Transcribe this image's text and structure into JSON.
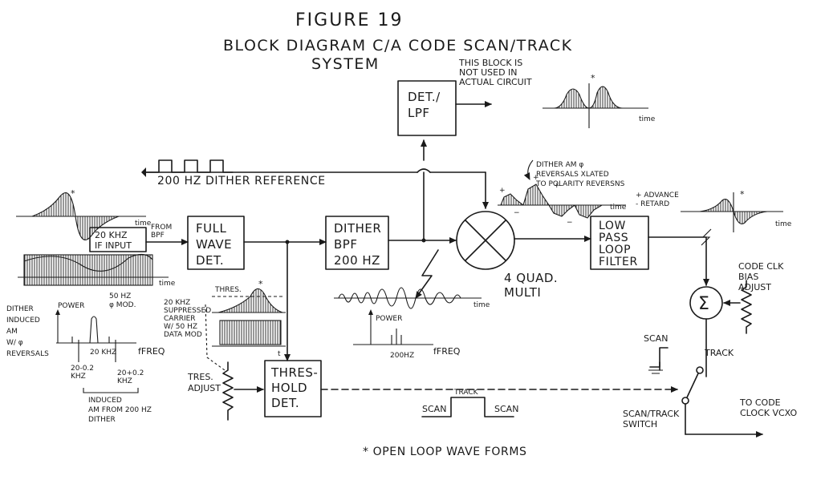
{
  "figure": {
    "title": "FIGURE 19",
    "subtitle_line1": "BLOCK DIAGRAM C/A CODE SCAN/TRACK",
    "subtitle_line2": "SYSTEM"
  },
  "blocks": {
    "if_input": "20 KHZ|IF INPUT",
    "full_wave_det": "FULL|WAVE|DET.",
    "dither_bpf": "DITHER|BPF|200 HZ",
    "det_lpf": "DET./|LPF",
    "low_pass_loop_filter": "LOW|PASS|LOOP|FILTER",
    "threshold_det": "THRES-|HOLD|DET.",
    "multiplier_label": "4 QUAD.|MULTI",
    "summer_symbol": "Σ"
  },
  "labels": {
    "from_bpf": "FROM|BPF",
    "dither_reference": "200 HZ   DITHER REFERENCE",
    "not_used_note": "THIS BLOCK IS|NOT USED IN|ACTUAL CIRCUIT",
    "dither_am_note": "DITHER AM φ|REVERSALS XLATED|TO POLARITY REVERSNS",
    "advance": "+ ADVANCE",
    "retard": "- RETARD",
    "code_clk_bias": "CODE CLK|BIAS|ADJUST",
    "scan": "SCAN",
    "track": "TRACK",
    "scan_track_switch": "SCAN/TRACK|SWITCH",
    "to_code_clock": "TO CODE|CLOCK VCXO",
    "tres_adjust": "TRES.|ADJUST",
    "thres": "THRES.",
    "scan_left": "SCAN",
    "track_pulse": "TRACK",
    "scan_right": "SCAN",
    "open_loop": "* OPEN LOOP  WAVE FORMS",
    "dither_induced": "DITHER|INDUCED|AM|W/ φ|REVERSALS",
    "power": "POWER",
    "fifty_hz_mod": "50 HZ|φ MOD.",
    "suppressed_carrier": "20 KHZ|SUPPRESSED|CARRIER|W/ 50 HZ|DATA MOD",
    "freq": "fFREQ",
    "khz_20": "20 KHZ",
    "khz_minus": "20-0.2|KHZ",
    "khz_plus": "20+0.2|KHZ",
    "induced_am": "INDUCED|AM FROM 200 HZ|DITHER",
    "power2": "POWER",
    "hz_200": "200HZ",
    "freq2": "fFREQ",
    "time": "time",
    "time_right": "time",
    "t_label": "t",
    "star": "*"
  }
}
